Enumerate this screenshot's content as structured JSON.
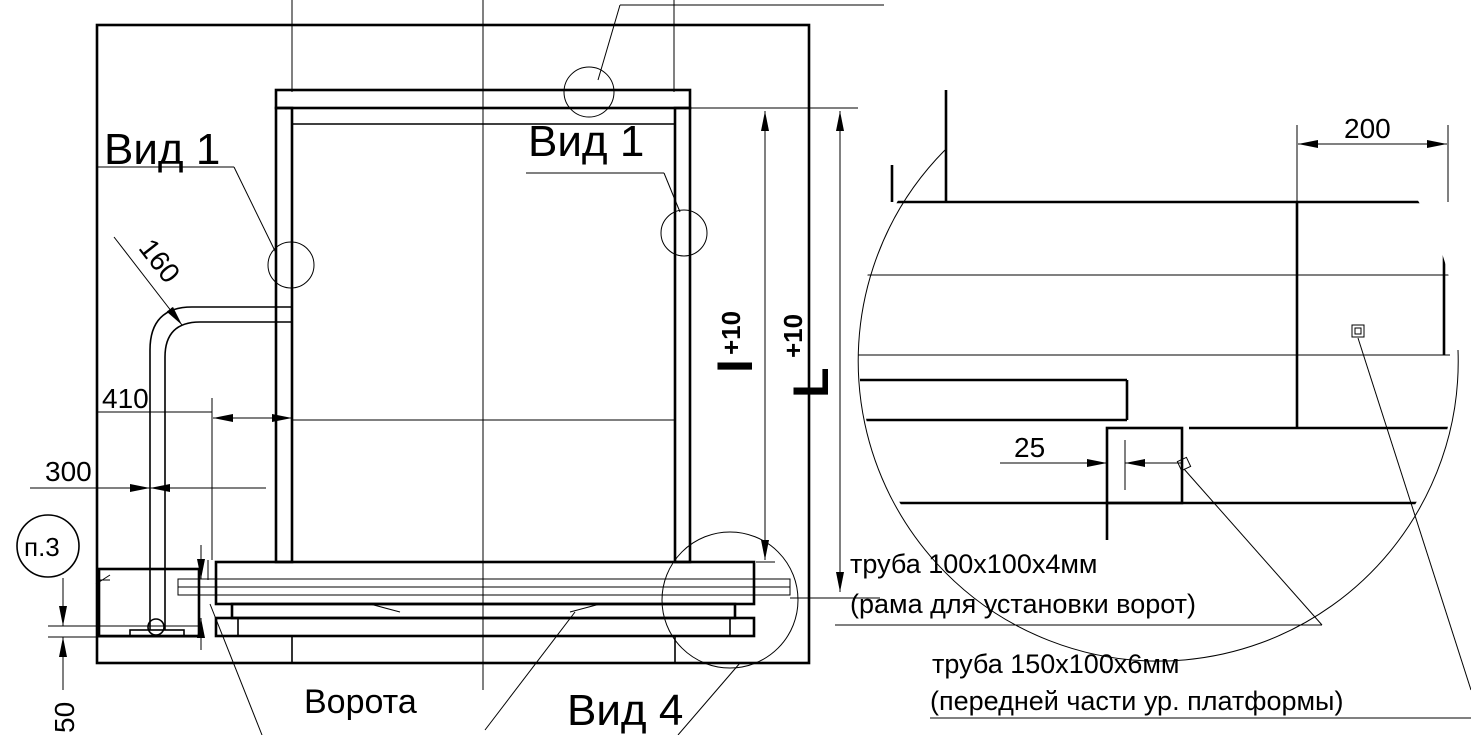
{
  "labels": {
    "view1_left": "Вид 1",
    "view1_right": "Вид 1",
    "view4": "Вид 4",
    "gates": "Ворота",
    "callout_p3": "п.3"
  },
  "dimensions": {
    "d160": "160",
    "d410": "410",
    "d300": "300",
    "d50": "50",
    "d200": "200",
    "d25": "25",
    "dim_l": "I",
    "dim_l_tol": "+10",
    "dim_L": "L",
    "dim_L_tol": "+10"
  },
  "notes": {
    "pipe1_line1": "труба 100x100x4мм",
    "pipe1_line2": "(рама для установки ворот)",
    "pipe2_line1": "труба 150x100x6мм",
    "pipe2_line2": "(передней части ур. платформы)"
  }
}
